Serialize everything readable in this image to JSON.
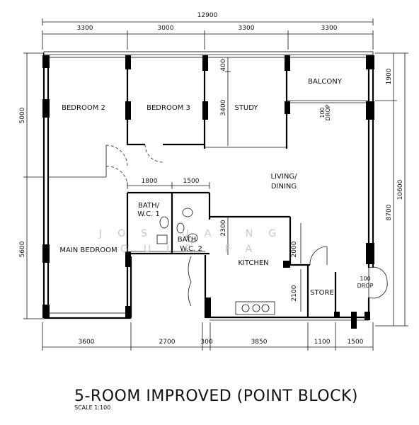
{
  "title": "5-ROOM IMPROVED (POINT BLOCK)",
  "scale": "SCALE  1:100",
  "watermark": {
    "line1": "JOS UA NG",
    "line2": "GUIF FA"
  },
  "dimensions": {
    "overall_top": "12900",
    "top": [
      "3300",
      "3000",
      "3300",
      "3300"
    ],
    "bottom": [
      "3600",
      "2700",
      "300",
      "3850",
      "1100",
      "1500"
    ],
    "left": [
      "5000",
      "5600"
    ],
    "right_overall": "10600",
    "right": [
      "1900",
      "8700"
    ],
    "bath_top": [
      "1800",
      "1500"
    ],
    "interior": {
      "study_400": "400",
      "study_3400": "3400",
      "kitchen_2300": "2300",
      "kitchen_2000": "2000",
      "store_2100": "2100"
    }
  },
  "rooms": {
    "bedroom2": "BEDROOM 2",
    "bedroom3": "BEDROOM 3",
    "study": "STUDY",
    "balcony": "BALCONY",
    "living_line1": "LIVING/",
    "living_line2": "DINING",
    "bath1_line1": "BATH/",
    "bath1_line2": "W.C. 1",
    "bath2_line1": "BATH",
    "bath2_line2": "W.C. 2",
    "master": "MAIN BEDROOM",
    "kitchen": "KITCHEN",
    "store": "STORE"
  },
  "drops": {
    "balcony_line1": "100",
    "balcony_line2": "DROP",
    "entry_line1": "100",
    "entry_line2": "DROP"
  }
}
